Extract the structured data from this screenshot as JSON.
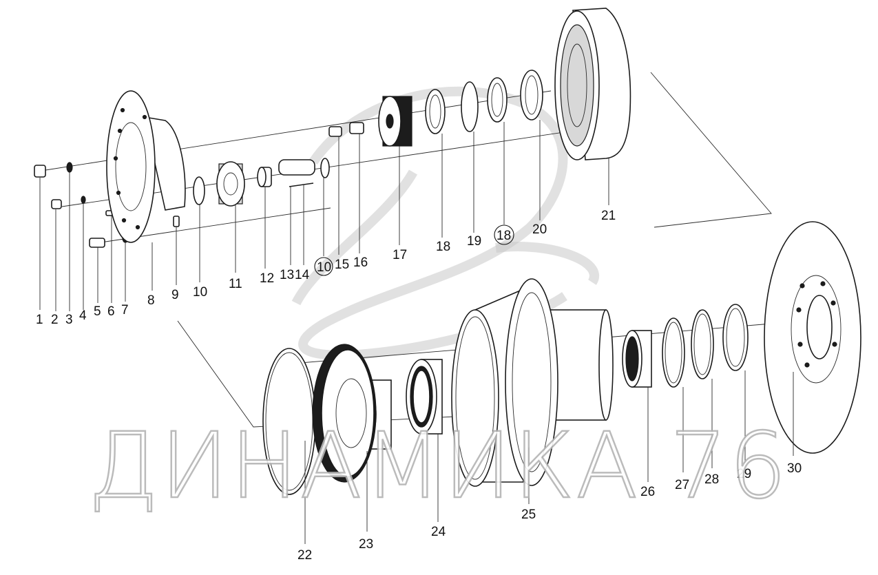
{
  "diagram": {
    "part_numbers": [
      "1",
      "2",
      "3",
      "4",
      "5",
      "6",
      "7",
      "8",
      "9",
      "10",
      "11",
      "12",
      "13",
      "14",
      "10",
      "15",
      "16",
      "17",
      "18",
      "19",
      "18",
      "20",
      "21",
      "22",
      "23",
      "24",
      "25",
      "26",
      "27",
      "28",
      "29",
      "30"
    ],
    "circled_numbers": [
      "10",
      "18"
    ],
    "watermark_text": "ДИНАМИКА 76"
  }
}
